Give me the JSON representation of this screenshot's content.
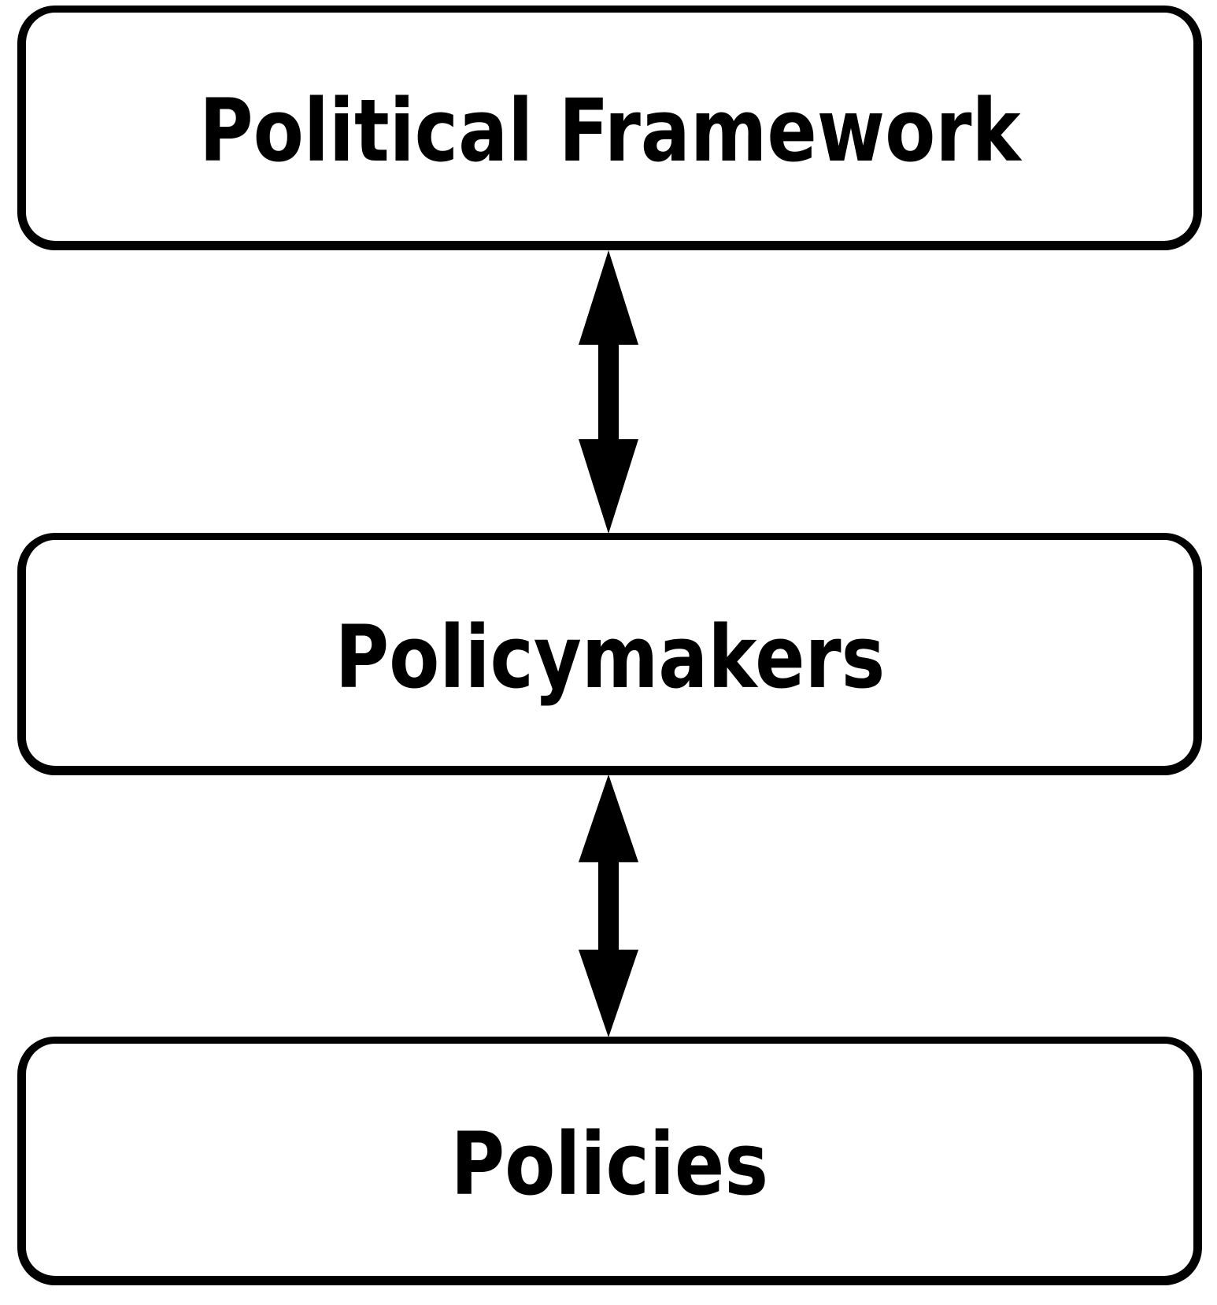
{
  "diagram": {
    "background_color": "#ffffff",
    "stroke_color": "#000000",
    "node_fill_color": "#ffffff",
    "nodes": [
      {
        "id": "political-framework",
        "label": "Political Framework"
      },
      {
        "id": "policymakers",
        "label": "Policymakers"
      },
      {
        "id": "policies",
        "label": "Policies"
      }
    ],
    "connectors": [
      {
        "from": "political-framework",
        "to": "policymakers",
        "type": "double-headed-vertical-arrow"
      },
      {
        "from": "policymakers",
        "to": "policies",
        "type": "double-headed-vertical-arrow"
      }
    ]
  }
}
